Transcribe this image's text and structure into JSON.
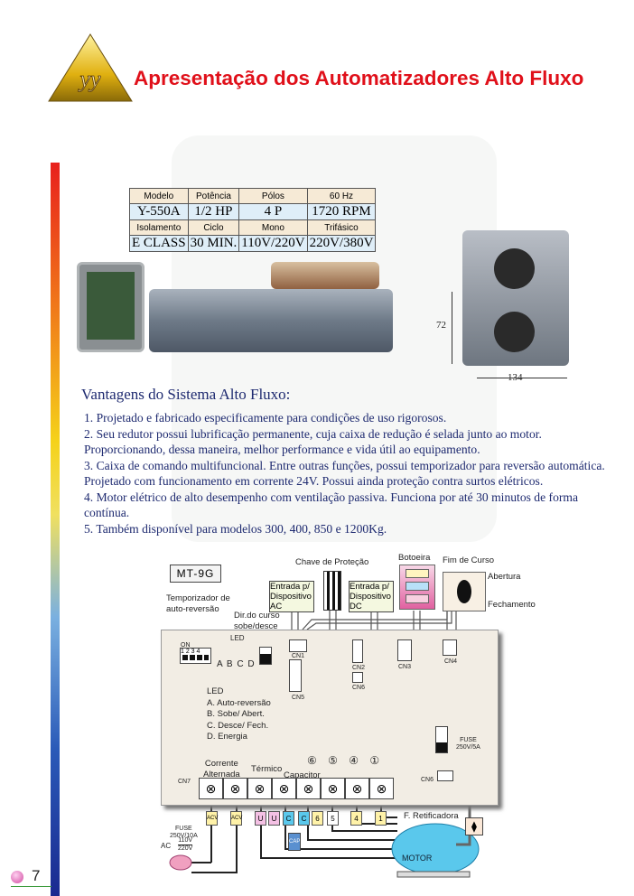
{
  "title": "Apresentação dos Automatizadores Alto Fluxo",
  "logo_text": "yy",
  "spec_table": {
    "row1_headers": [
      "Modelo",
      "Potência",
      "Pólos",
      "60 Hz"
    ],
    "row1_values": [
      "Y-550A",
      "1/2 HP",
      "4 P",
      "1720 RPM"
    ],
    "row2_headers": [
      "Isolamento",
      "Ciclo",
      "Mono",
      "Trifásico"
    ],
    "row2_values": [
      "E CLASS",
      "30 MIN.",
      "110V/220V",
      "220V/380V"
    ]
  },
  "dimensions": {
    "height": "72",
    "width": "134"
  },
  "advantages": {
    "heading": "Vantagens do Sistema Alto Fluxo:",
    "lines": [
      "1.  Projetado e fabricado especificamente para condições de uso rigorosos.",
      "2.  Seu redutor possui lubrificação permanente, cuja caixa de redução é selada junto ao motor.",
      "Proporcionando, dessa maneira, melhor performance e vida útil ao equipamento.",
      "3.  Caixa de comando multifuncional. Entre outras funções, possui temporizador para reversão automática.",
      "Projetado com funcionamento em corrente 24V. Possui ainda proteção contra surtos elétricos.",
      "4.  Motor elétrico de alto desempenho com ventilação passiva. Funciona por até 30 minutos de forma",
      "contínua.",
      "5. Também disponível para modelos 300, 400, 850 e 1200Kg."
    ]
  },
  "diagram": {
    "model": "MT-9G",
    "chave": "Chave de Proteção",
    "botoeira": "Botoeira",
    "fim_curso": "Fim de Curso",
    "abertura": "Abertura",
    "fechamento": "Fechamento",
    "entrada_ac": [
      "Entrada p/",
      "Dispositivo",
      "AC"
    ],
    "entrada_dc": [
      "Entrada p/",
      "Dispositivo",
      "DC"
    ],
    "temporizador": [
      "Temporizador de",
      "auto-reversão"
    ],
    "dir_curso": [
      "Dir.do curso",
      "sobe/desce"
    ],
    "on": "ON",
    "dip": "1 2 3 4",
    "led_top": "LED",
    "led_letters": [
      "A",
      "B",
      "C",
      "D"
    ],
    "led_legend": [
      "LED",
      "A. Auto-reversão",
      "B. Sobe/ Abert.",
      "C. Desce/ Fech.",
      "D. Energia"
    ],
    "cn": [
      "CN1",
      "CN2",
      "CN3",
      "CN4",
      "CN5",
      "CN6",
      "CN7",
      "CN6"
    ],
    "fuse_board": [
      "FUSE",
      "250V/5A"
    ],
    "circled": [
      "⑥",
      "⑤",
      "④",
      "①"
    ],
    "corrente": [
      "Corrente",
      "Alternada"
    ],
    "termico": "Térmico",
    "capacitor": "Capacitor",
    "tags": [
      "ACV",
      "ACV",
      "U",
      "U",
      "C",
      "C",
      "6",
      "5",
      "4",
      "1"
    ],
    "cap": "CAP",
    "retificadora": "F. Retificadora",
    "fuse_ac": [
      "FUSE",
      "250V/10A"
    ],
    "ac": "AC",
    "v110": "110V",
    "v220": "220V",
    "motor": "MOTOR"
  },
  "page_number": "7"
}
